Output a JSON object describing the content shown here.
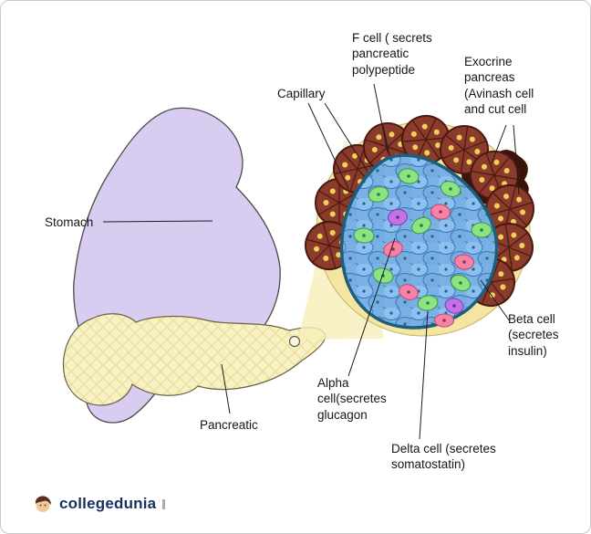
{
  "labels": {
    "f_cell": "F cell ( secrets\npancreatic\npolypeptide",
    "capillary": "Capillary",
    "exocrine_pancreas": "Exocrine\npancreas\n(Avinash cell\nand cut cell",
    "stomach": "Stomach",
    "beta_cell": "Beta cell\n(secretes\ninsulin)",
    "alpha_cell": "Alpha\ncell(secretes\nglucagon",
    "delta_cell": "Delta cell (secretes\nsomatostatin)",
    "pancreatic": "Pancreatic"
  },
  "footer": {
    "brand": "collegedunia"
  },
  "colors": {
    "stomach_fill": "#d8ccf1",
    "pancreas_fill": "#f8f1c4",
    "zoom_ring_fill": "#f4e5a0",
    "acinus_maroon": "#8a3b2b",
    "acinus_dot_yellow": "#f2cf5b",
    "islet_cell_blue": "#79b1e6",
    "alpha_cell_green": "#8ce383",
    "delta_cell_pink": "#f583a6",
    "f_cell_purple": "#c272e6",
    "brand_navy": "#16315e"
  }
}
